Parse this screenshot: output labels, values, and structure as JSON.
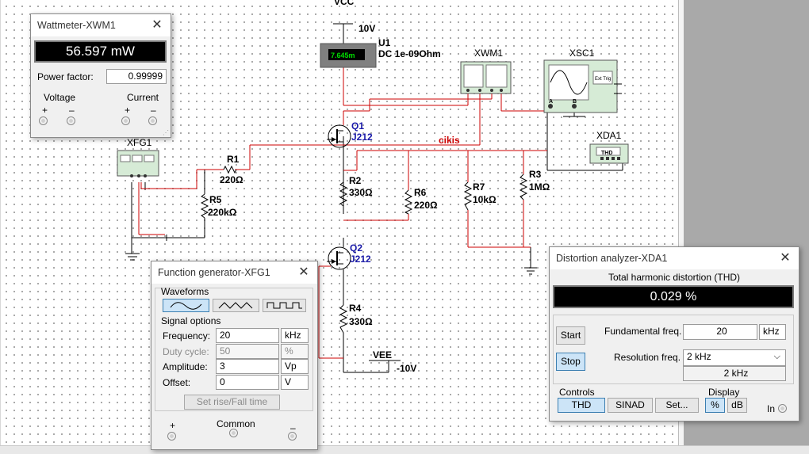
{
  "schematic": {
    "vcc_label": "VCC",
    "vcc_value": "10V",
    "u1_name": "U1",
    "u1_value": "DC  1e-09Ohm",
    "u1_reading": "7.645m",
    "q1_name": "Q1",
    "q1_model": "J212",
    "q2_name": "Q2",
    "q2_model": "J212",
    "r1_name": "R1",
    "r1_value": "220Ω",
    "r2_name": "R2",
    "r2_value": "330Ω",
    "r3_name": "R3",
    "r3_value": "1MΩ",
    "r4_name": "R4",
    "r4_value": "330Ω",
    "r5_name": "R5",
    "r5_value": "220kΩ",
    "r6_name": "R6",
    "r6_value": "220Ω",
    "r7_name": "R7",
    "r7_value": "10kΩ",
    "xfg1_name": "XFG1",
    "xwm1_name": "XWM1",
    "xsc1_name": "XSC1",
    "xda1_name": "XDA1",
    "xda1_label": "THD",
    "xsc1_ext_trig": "Ext Trig",
    "xsc1_a": "A",
    "xsc1_b": "B",
    "net_label": "cikis",
    "vee_label": "VEE",
    "vee_value": "-10V",
    "accent_wire": "#cc0000",
    "blue_text": "#1a1aa8"
  },
  "wattmeter": {
    "title": "Wattmeter-XWM1",
    "reading": "56.597 mW",
    "power_factor_label": "Power factor:",
    "power_factor_value": "0.99999",
    "voltage_label": "Voltage",
    "current_label": "Current",
    "plus": "+",
    "minus": "–"
  },
  "function_generator": {
    "title": "Function generator-XFG1",
    "waveforms_label": "Waveforms",
    "signal_options_label": "Signal options",
    "frequency_label": "Frequency:",
    "frequency_value": "20",
    "frequency_unit": "kHz",
    "duty_label": "Duty cycle:",
    "duty_value": "50",
    "duty_unit": "%",
    "amplitude_label": "Amplitude:",
    "amplitude_value": "3",
    "amplitude_unit": "Vp",
    "offset_label": "Offset:",
    "offset_value": "0",
    "offset_unit": "V",
    "rise_fall_button": "Set rise/Fall time",
    "plus": "+",
    "common": "Common",
    "minus": "–",
    "selected_waveform": "sine"
  },
  "distortion": {
    "title": "Distortion analyzer-XDA1",
    "thd_header": "Total harmonic distortion (THD)",
    "reading": "0.029 %",
    "start": "Start",
    "stop": "Stop",
    "fund_label": "Fundamental freq.",
    "fund_value": "20",
    "fund_unit": "kHz",
    "res_label": "Resolution freq.",
    "res_value": "2 kHz",
    "res_display": "2 kHz",
    "controls_label": "Controls",
    "display_label": "Display",
    "thd_btn": "THD",
    "sinad_btn": "SINAD",
    "set_btn": "Set...",
    "pct_btn": "%",
    "db_btn": "dB",
    "in_label": "In"
  }
}
